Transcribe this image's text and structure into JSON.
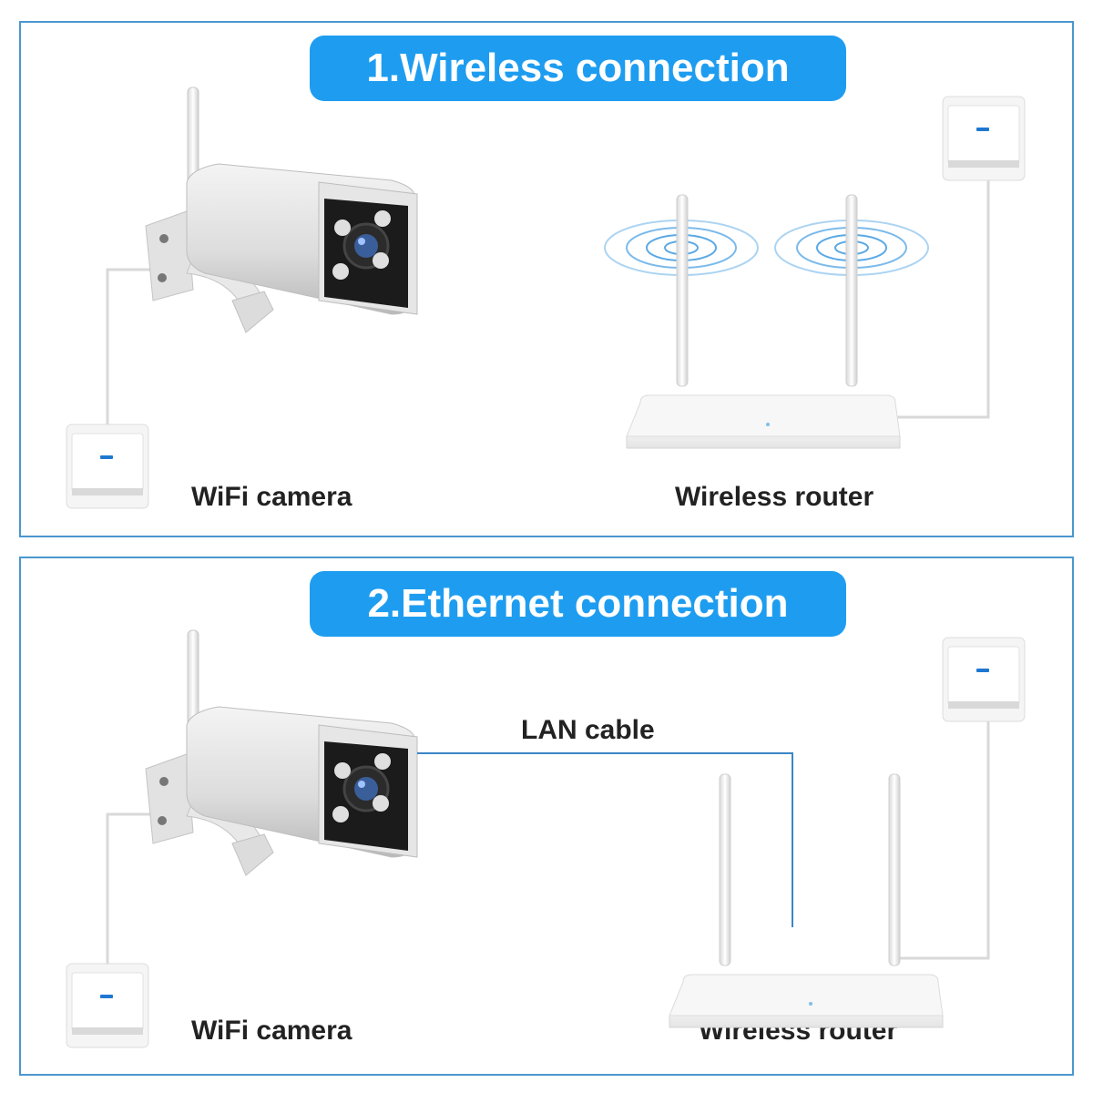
{
  "sections": [
    {
      "title": "1.Wireless connection",
      "camera_label": "WiFi camera",
      "router_label": "Wireless router",
      "signal_icon": "wifi-waves-icon"
    },
    {
      "title": "2.Ethernet connection",
      "camera_label": "WiFi camera",
      "router_label": "Wireless router",
      "cable_label": "LAN cable"
    }
  ],
  "colors": {
    "accent": "#1e9df0",
    "border": "#4a97cf",
    "cable": "#3a86c8",
    "signal": "#5aa9e6",
    "text": "#222222"
  }
}
